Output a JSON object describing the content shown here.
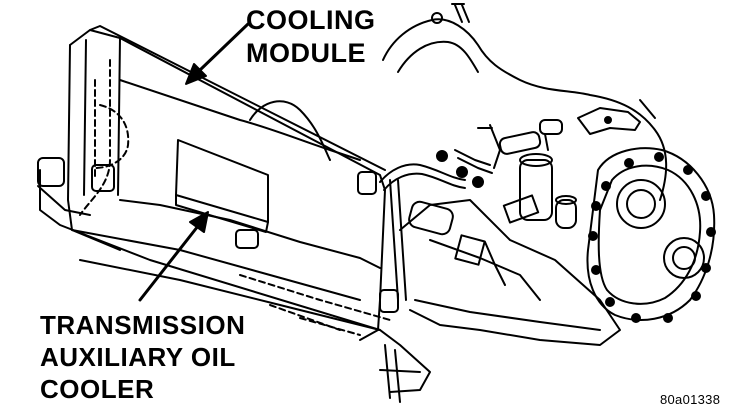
{
  "labels": {
    "cooling_module": [
      "COOLING",
      "MODULE"
    ],
    "transmission_cooler": [
      "TRANSMISSION",
      "AUXILIARY OIL",
      "COOLER"
    ]
  },
  "figure_id": "80a01338",
  "colors": {
    "ink": "#000000",
    "paper": "#ffffff"
  }
}
